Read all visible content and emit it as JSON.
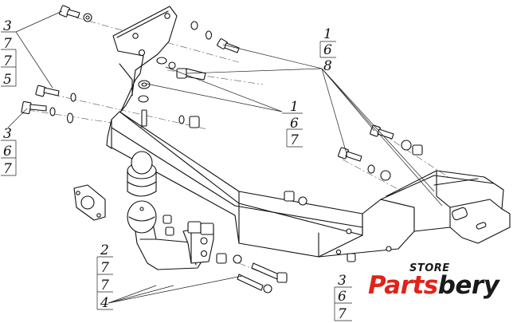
{
  "callouts": [
    {
      "id": "top-left",
      "numbers": [
        "3",
        "7",
        "7",
        "5"
      ]
    },
    {
      "id": "top-right",
      "numbers": [
        "1",
        "6",
        "8"
      ]
    },
    {
      "id": "middle",
      "numbers": [
        "1",
        "6",
        "7"
      ]
    },
    {
      "id": "left",
      "numbers": [
        "3",
        "6",
        "7"
      ]
    },
    {
      "id": "bottom-left",
      "numbers": [
        "2",
        "7",
        "7",
        "4"
      ]
    },
    {
      "id": "bottom-right",
      "numbers": [
        "3",
        "6",
        "7"
      ]
    }
  ],
  "logo": {
    "store": "STORE",
    "parts": "Parts",
    "bery": "bery",
    "colors": {
      "parts": "#e0231a",
      "bery": "#1a1a1a"
    }
  },
  "colors": {
    "line": "#111111",
    "background": "#ffffff"
  }
}
